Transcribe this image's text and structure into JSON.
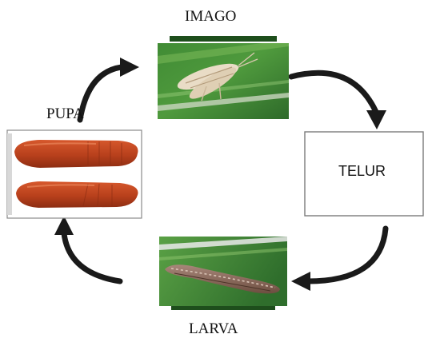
{
  "stages": {
    "imago": "IMAGO",
    "telur": "TELUR",
    "larva": "LARVA",
    "pupa": "PUPA"
  },
  "colors": {
    "arrow": "#1a1a1a",
    "leaf_dark": "#2f6e2c",
    "leaf_light": "#6fae4c",
    "pupa_red": "#c24a22",
    "larva_body": "#8c6a58"
  }
}
